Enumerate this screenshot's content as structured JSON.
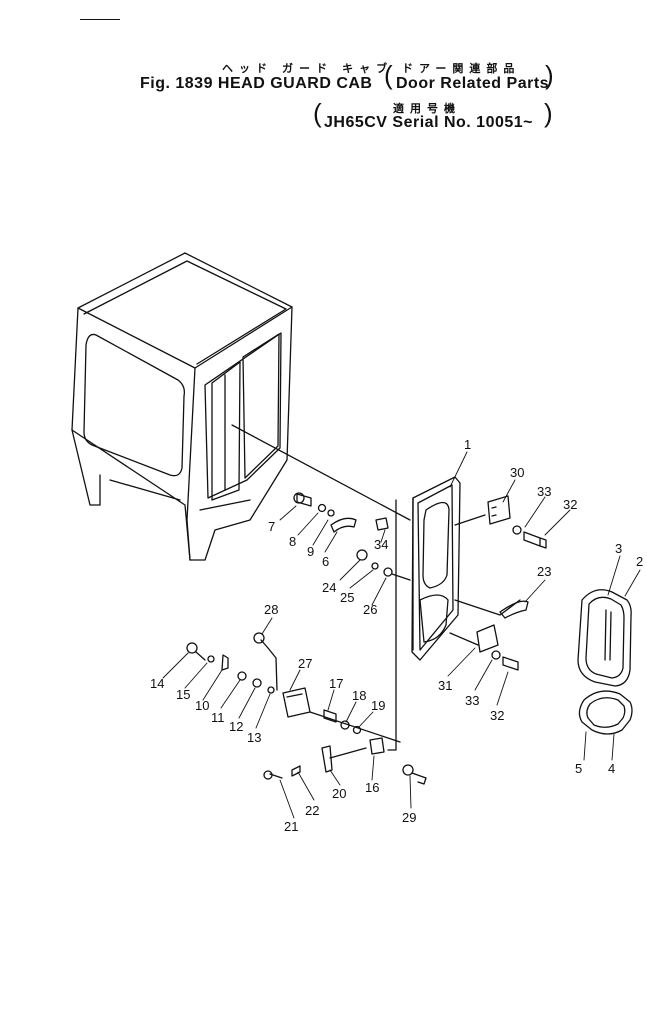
{
  "header": {
    "jp_title": "ヘッド ガード キャブ",
    "jp_subtitle": "ドアー関連部品",
    "title": "Fig. 1839 HEAD GUARD CAB",
    "subtitle": "Door Related Parts",
    "jp_applicable": "適用号機",
    "serial": "JH65CV Serial No. 10051~"
  },
  "callouts": [
    "1",
    "2",
    "3",
    "4",
    "5",
    "6",
    "7",
    "8",
    "9",
    "10",
    "11",
    "12",
    "13",
    "14",
    "15",
    "16",
    "17",
    "18",
    "19",
    "20",
    "21",
    "22",
    "23",
    "24",
    "25",
    "26",
    "27",
    "28",
    "29",
    "30",
    "31",
    "32",
    "33",
    "34"
  ],
  "colors": {
    "ink": "#111111",
    "paper": "#ffffff"
  }
}
